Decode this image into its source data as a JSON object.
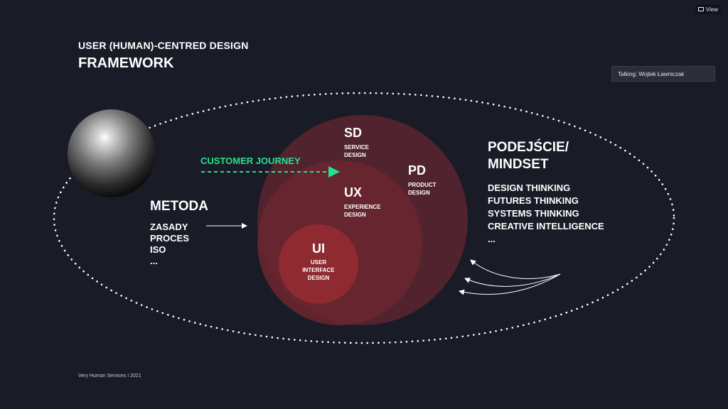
{
  "slide": {
    "title_line1": "USER (HUMAN)-CENTRED DESIGN",
    "title_line2": "FRAMEWORK",
    "footer": "Very Human Services I 2021"
  },
  "meeting": {
    "talking_label": "Talking: Wojtek Ławniczak",
    "view_button": "View"
  },
  "metoda": {
    "title": "METODA",
    "items": [
      "ZASADY",
      "PROCES",
      "ISO",
      "..."
    ]
  },
  "customer_journey": {
    "label": "CUSTOMER JOURNEY",
    "color": "#22e38c"
  },
  "circles": {
    "sd": {
      "abbr": "SD",
      "desc": [
        "SERVICE",
        "DESIGN"
      ]
    },
    "pd": {
      "abbr": "PD",
      "desc": [
        "PRODUCT",
        "DESIGN"
      ]
    },
    "ux": {
      "abbr": "UX",
      "desc": [
        "EXPERIENCE",
        "DESIGN"
      ]
    },
    "ui": {
      "abbr": "UI",
      "desc": [
        "USER",
        "INTERFACE",
        "DESIGN"
      ]
    }
  },
  "mindset": {
    "title_line1": "PODEJŚCIE/",
    "title_line2": "MINDSET",
    "items": [
      "DESIGN THINKING",
      "FUTURES THINKING",
      "SYSTEMS THINKING",
      "CREATIVE INTELLIGENCE",
      "..."
    ]
  },
  "colors": {
    "background": "#191b27",
    "circle_outer": "#5a2430",
    "circle_mid": "#6a2630",
    "circle_inner": "#8e2a30"
  }
}
